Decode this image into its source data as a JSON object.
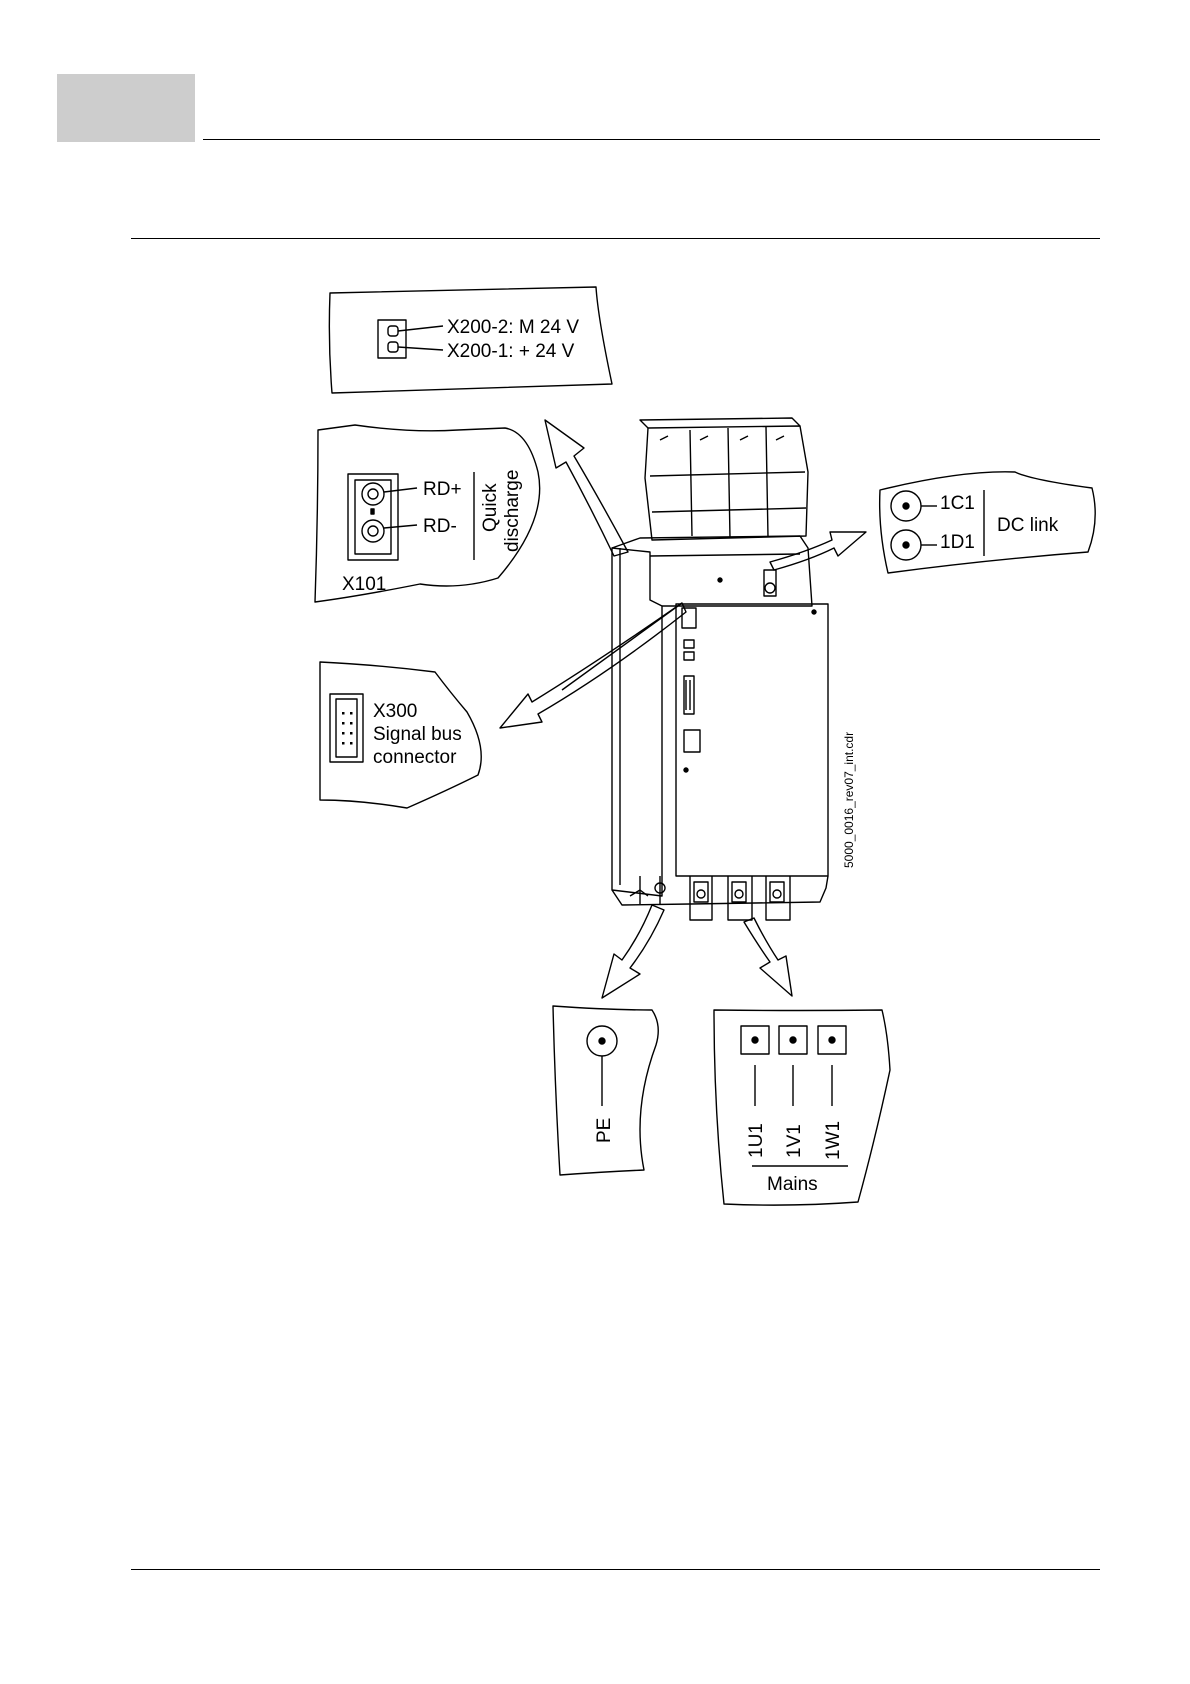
{
  "labels": {
    "x200_2": "X200-2: M 24 V",
    "x200_1": "X200-1: + 24 V",
    "rd_plus": "RD+",
    "rd_minus": "RD-",
    "quick": "Quick",
    "discharge": "discharge",
    "x101": "X101",
    "x300": "X300",
    "signal_bus": "Signal bus",
    "connector": "connector",
    "c1": "1C1",
    "d1": "1D1",
    "dc_link": "DC link",
    "pe": "PE",
    "u1": "1U1",
    "v1": "1V1",
    "w1": "1W1",
    "mains": "Mains",
    "file_ref": "5000_0016_rev07_int.cdr"
  }
}
